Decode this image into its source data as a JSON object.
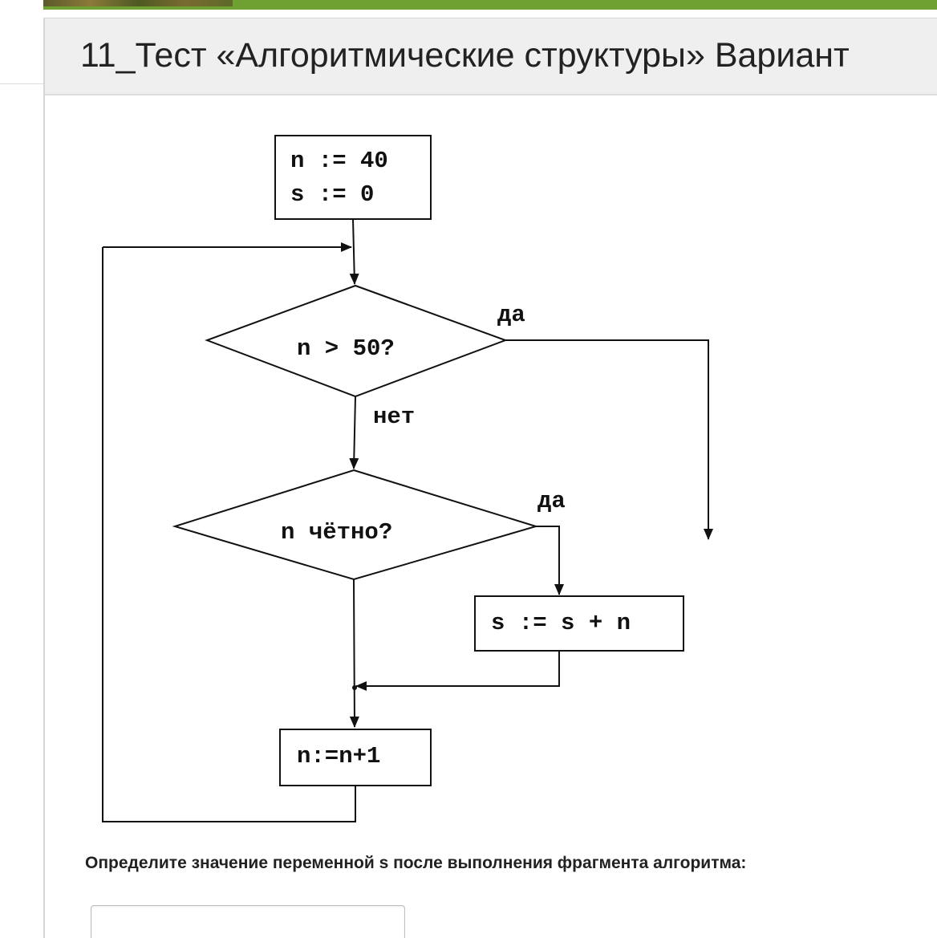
{
  "header": {
    "title": "11_Тест «Алгоритмические структуры» Вариант"
  },
  "flowchart": {
    "init_line1": "n := 40",
    "init_line2": "s := 0",
    "cond1": "n > 50?",
    "cond1_yes": "да",
    "cond1_no": "нет",
    "cond2": "n чётно?",
    "cond2_yes": "да",
    "action": "s := s + n",
    "increment": "n:=n+1"
  },
  "question": {
    "text": "Определите значение переменной s после выполнения фрагмента алгоритма:",
    "answer_value": "",
    "answer_placeholder": ""
  },
  "colors": {
    "accent_bar": "#6fa032",
    "title_bg": "#efefef"
  }
}
